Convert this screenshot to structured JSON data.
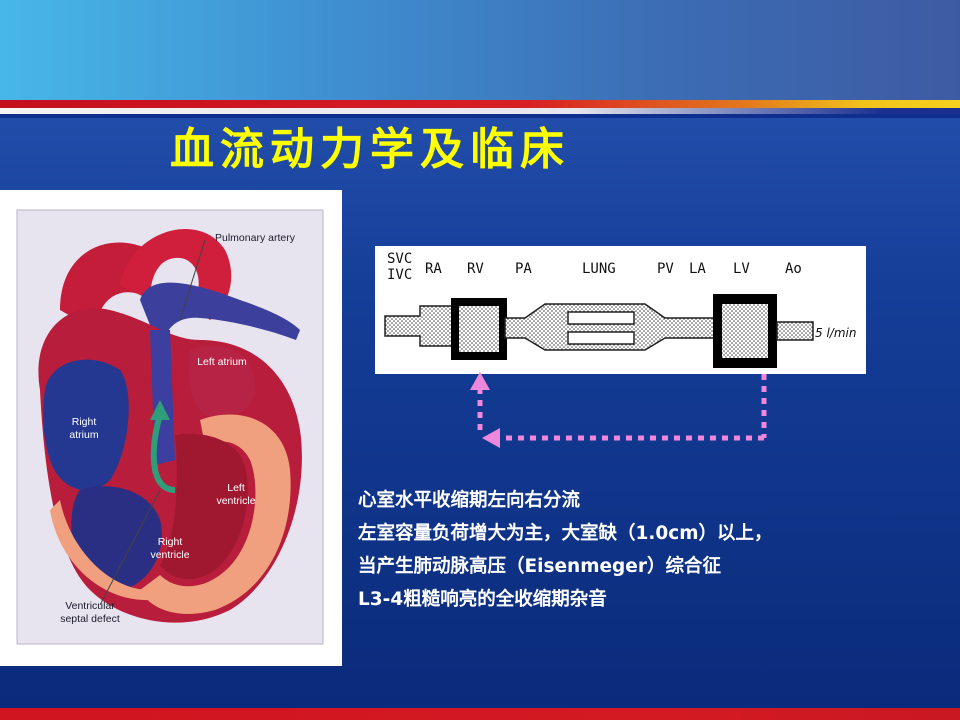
{
  "title": "血流动力学及临床",
  "heart_diagram": {
    "labels": {
      "pulmonary_artery": "Pulmonary artery",
      "left_atrium": "Left atrium",
      "right_atrium": "Right atrium",
      "left_ventricle": "Left ventricle",
      "right_ventricle": "Right ventricle",
      "ventricular_septal_defect": "Ventricular septal defect"
    }
  },
  "flow_diagram": {
    "labels": {
      "svc": "SVC",
      "ivc": "IVC",
      "ra": "RA",
      "rv": "RV",
      "pa": "PA",
      "lung": "LUNG",
      "pv": "PV",
      "la": "LA",
      "lv": "LV",
      "ao": "Ao",
      "flow_rate": "5 l/min"
    }
  },
  "description": [
    "心室水平收缩期左向右分流",
    "左室容量负荷增大为主，大室缺（1.0cm）以上，",
    "当产生肺动脉高压（Eisenmeger）综合征",
    "L3-4粗糙响亮的全收缩期杂音"
  ],
  "colors": {
    "title": "#ffff00",
    "shunt_arrow": "#ee88dd"
  }
}
